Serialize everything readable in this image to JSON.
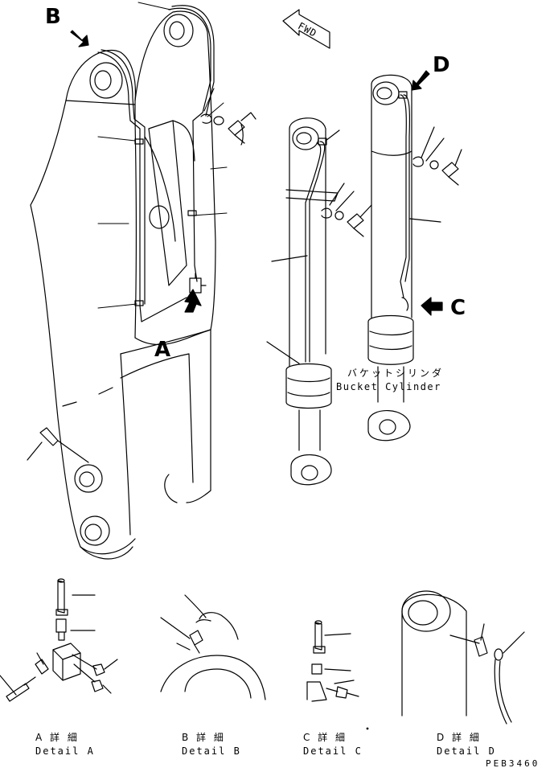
{
  "labels": {
    "view_b": "B",
    "view_a": "A",
    "view_c": "C",
    "view_d": "D",
    "fwd": "FWD"
  },
  "bucket_cylinder": {
    "jp": "バケットシリンダ",
    "en": "Bucket Cylinder"
  },
  "details": [
    {
      "jp": "A 詳 細",
      "en": "Detail A"
    },
    {
      "jp": "B 詳 細",
      "en": "Detail B"
    },
    {
      "jp": "C 詳 細",
      "en": "Detail C"
    },
    {
      "jp": "D 詳 細",
      "en": "Detail D"
    }
  ],
  "ref_code": "PEB3460",
  "colors": {
    "line": "#000000",
    "background": "#ffffff"
  }
}
